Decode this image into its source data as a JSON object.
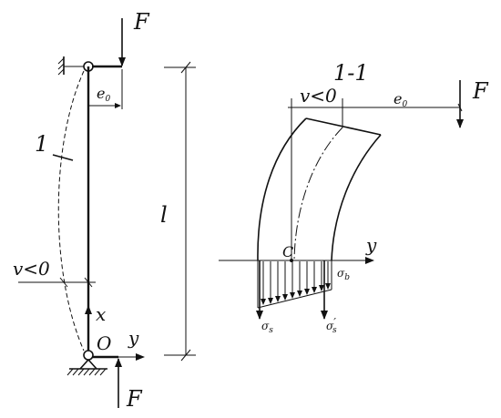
{
  "labels": {
    "force_top": "F",
    "force_bottom": "F",
    "force_section": "F",
    "eccentricity_left": "e",
    "eccentricity_left_sub": "0",
    "eccentricity_right": "e",
    "eccentricity_right_sub": "0",
    "section_mark": "1",
    "section_title": "1-1",
    "length": "l",
    "deflection_left": "v<0",
    "deflection_section": "v<0",
    "axis_x": "x",
    "axis_y_left": "y",
    "axis_y_right": "y",
    "origin": "O",
    "centroid": "C",
    "sigma_b": "σ",
    "sigma_b_sub": "b",
    "sigma_s": "σ",
    "sigma_s_sub": "s",
    "sigma_s_prime": "σ",
    "sigma_s_prime_sub": "s",
    "sigma_s_prime_mark": "′"
  }
}
